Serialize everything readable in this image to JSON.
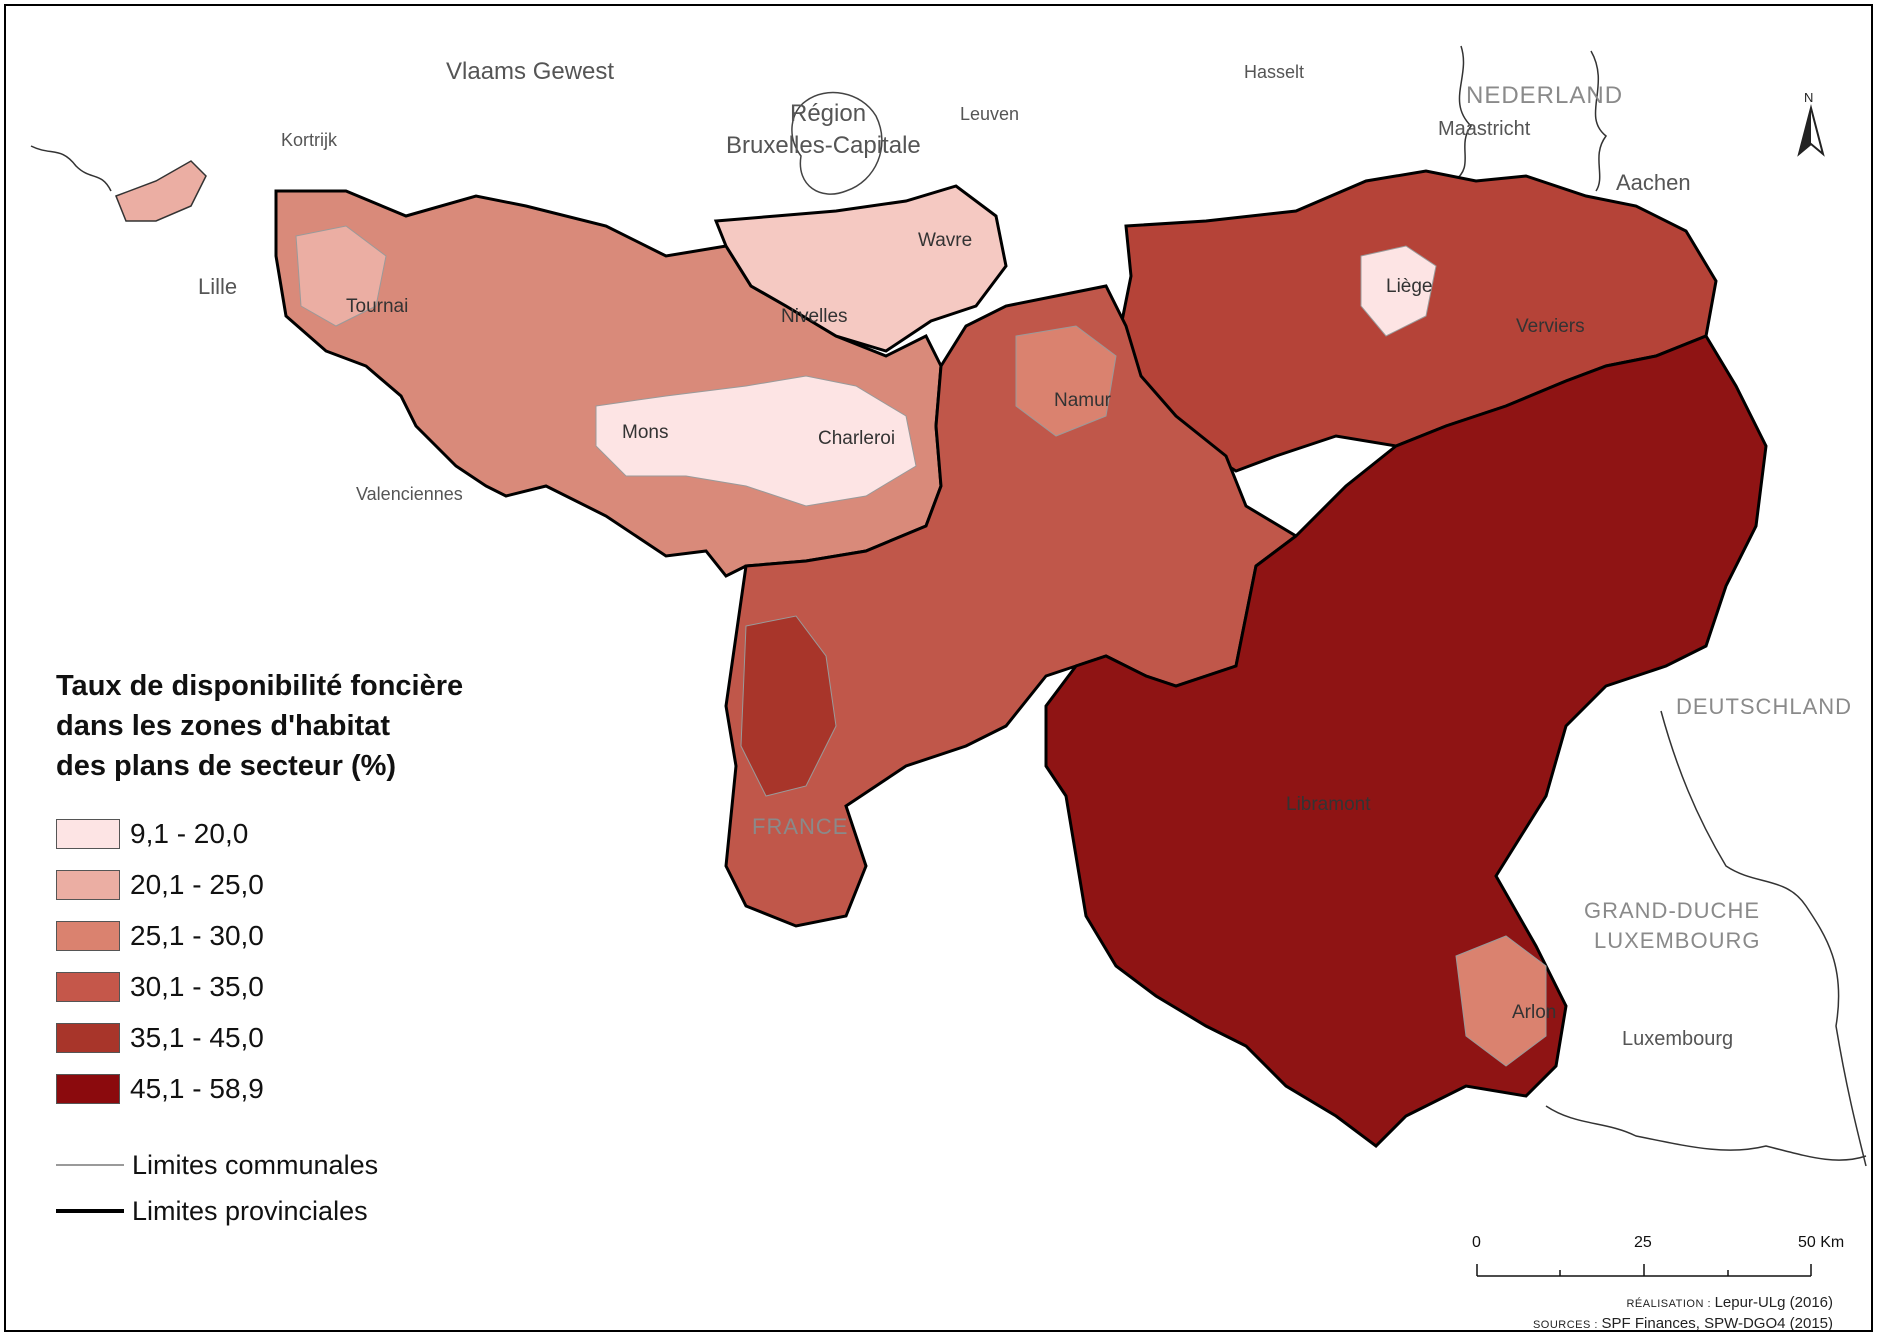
{
  "legend": {
    "title_lines": [
      "Taux de disponibilité foncière",
      "dans les zones d'habitat",
      "des plans de secteur (%)"
    ],
    "classes": [
      {
        "label": "9,1 - 20,0",
        "color": "#fde4e4"
      },
      {
        "label": "20,1 - 25,0",
        "color": "#ebaea3"
      },
      {
        "label": "25,1 - 30,0",
        "color": "#da826f"
      },
      {
        "label": "30,1 - 35,0",
        "color": "#c5574a"
      },
      {
        "label": "35,1 - 45,0",
        "color": "#a8352a"
      },
      {
        "label": "45,1 - 58,9",
        "color": "#8b0a0d"
      }
    ],
    "lines": [
      {
        "label": "Limites communales",
        "color": "#9a9a9a"
      },
      {
        "label": "Limites provinciales",
        "color": "#000000"
      }
    ]
  },
  "places": {
    "regions": [
      "Vlaams Gewest",
      "Région",
      "Bruxelles-Capitale"
    ],
    "countries": [
      "NEDERLAND",
      "DEUTSCHLAND",
      "FRANCE",
      "GRAND-DUCHE",
      "LUXEMBOURG"
    ],
    "external_cities": [
      "Hasselt",
      "Leuven",
      "Kortrijk",
      "Maastricht",
      "Aachen",
      "Lille",
      "Valenciennes",
      "Luxembourg"
    ],
    "cities": [
      "Tournai",
      "Nivelles",
      "Wavre",
      "Liège",
      "Verviers",
      "Namur",
      "Mons",
      "Charleroi",
      "Libramont",
      "Arlon"
    ]
  },
  "north_label": "N",
  "scale": {
    "ticks": [
      "0",
      "25",
      "50 Km"
    ]
  },
  "credits": {
    "realisation_key": "RÉALISATION",
    "realisation_value": "Lepur-ULg (2016)",
    "sources_key": "SOURCES",
    "sources_value": "SPF Finances, SPW-DGO4 (2015)"
  }
}
